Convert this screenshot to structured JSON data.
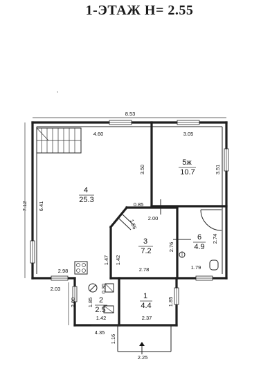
{
  "title": "1-ЭТАЖ  H= 2.55",
  "rooms": [
    {
      "number": "4",
      "area": "25.3"
    },
    {
      "number": "5ж",
      "area": "10.7"
    },
    {
      "number": "3",
      "area": "7.2"
    },
    {
      "number": "6",
      "area": "4.9"
    },
    {
      "number": "1",
      "area": "4.4"
    },
    {
      "number": "2",
      "area": "2.5"
    }
  ],
  "dimensions": {
    "overall_width": "8.53",
    "room4_top": "4.60",
    "room5_top": "3.05",
    "room5_left": "3.50",
    "room5_right": "3.51",
    "height_outer": "7.12",
    "height_inner": "6.41",
    "wall_085": "0.85",
    "door_156": "1.56",
    "room3_top": "2.00",
    "room3_right": "2.76",
    "room6_right": "2.74",
    "room3_left_a": "1.47",
    "room3_left_b": "1.42",
    "room4_bottom": "2.98",
    "room3_bottom": "2.78",
    "room6_bottom": "1.79",
    "bottom_left": "2.03",
    "room2_width": "0.30",
    "room2_left_h": "1.85",
    "room2_outer_h": "2.00",
    "room2_bottom": "1.42",
    "room1_bottom": "2.37",
    "room1_right_h": "1.85",
    "porch_left": "4.35",
    "porch_h": "1.16",
    "porch_bottom": "2.25"
  }
}
